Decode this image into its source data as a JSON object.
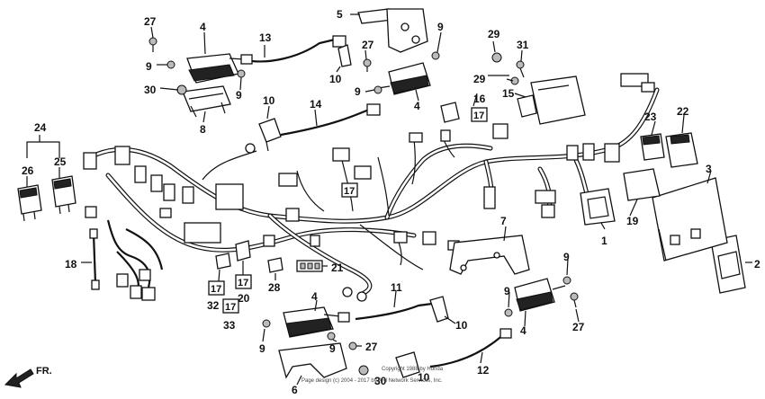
{
  "callouts": {
    "c1": "1",
    "c2": "2",
    "c3": "3",
    "c4a": "4",
    "c4b": "4",
    "c4c": "4",
    "c4d": "4",
    "c5": "5",
    "c6": "6",
    "c7": "7",
    "c8": "8",
    "c9a": "9",
    "c9b": "9",
    "c9c": "9",
    "c9d": "9",
    "c9e": "9",
    "c9f": "9",
    "c9g": "9",
    "c9h": "9",
    "c10a": "10",
    "c10b": "10",
    "c10c": "10",
    "c10d": "10",
    "c11": "11",
    "c12": "12",
    "c13": "13",
    "c14": "14",
    "c15": "15",
    "c16": "16",
    "c18": "18",
    "c19": "19",
    "c20": "20",
    "c21": "21",
    "c22": "22",
    "c23": "23",
    "c24": "24",
    "c25": "25",
    "c26": "26",
    "c27a": "27",
    "c27b": "27",
    "c27c": "27",
    "c27d": "27",
    "c28": "28",
    "c29a": "29",
    "c29b": "29",
    "c30a": "30",
    "c30b": "30",
    "c31": "31",
    "c32": "32",
    "c33": "33"
  },
  "boxed_refs": {
    "b17a": "17",
    "b17b": "17",
    "b17c": "17",
    "b17d": "17",
    "b17e": "17"
  },
  "orientation_label": "FR.",
  "footer_text": "Page design (c) 2004 - 2017 by ARI Network Services, Inc.",
  "copyright_text": "Copyright 1988 by Honda"
}
